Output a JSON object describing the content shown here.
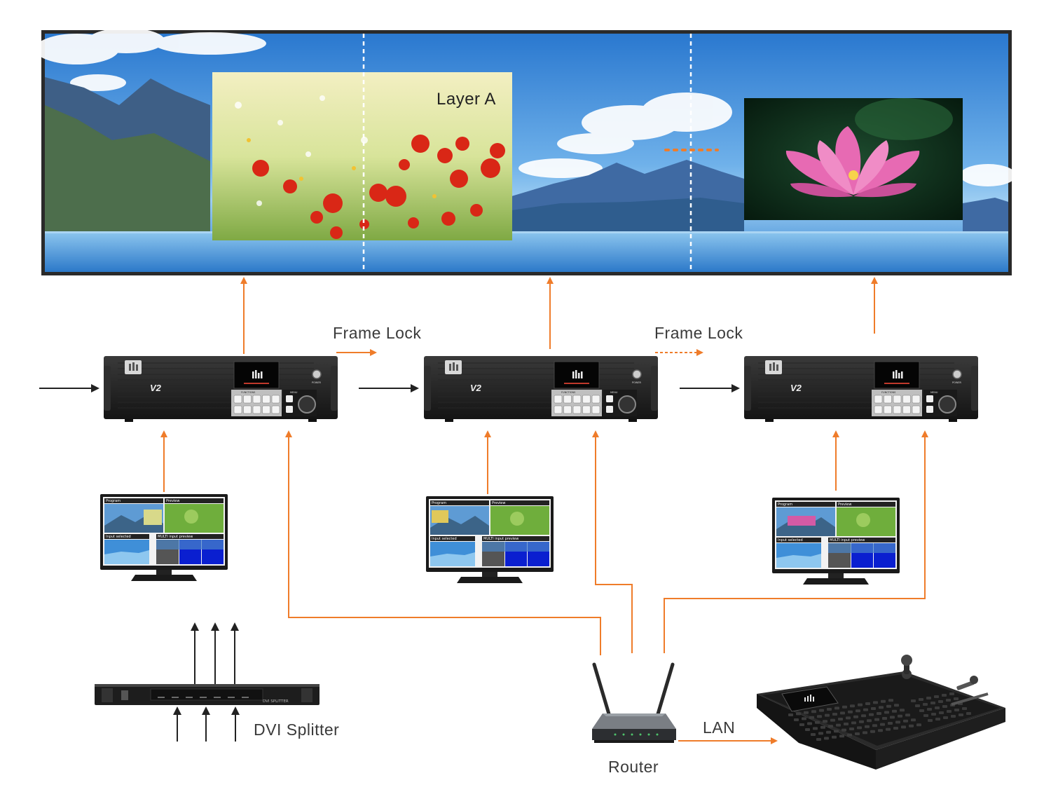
{
  "layer_label": "Layer A",
  "frame_lock": [
    "Frame Lock",
    "Frame Lock"
  ],
  "processor_model": "V2",
  "processor_power": "POWER",
  "processor_menu": "MENU",
  "processor_functions": "FUNCTIONS",
  "monitor_captions": {
    "program": "Program",
    "preview": "Preview",
    "input_selected": "Input selected",
    "multi_input_preview": "MULTI input preview"
  },
  "splitter_label": "DVI Splitter",
  "splitter_device_text": "DVI SPLITTER",
  "router_label": "Router",
  "lan_label": "LAN",
  "colors": {
    "arrow_orange": "#ef7c2a",
    "arrow_black": "#222222",
    "device_body": "#1c1c1c",
    "sky": "#3f8fd8"
  }
}
